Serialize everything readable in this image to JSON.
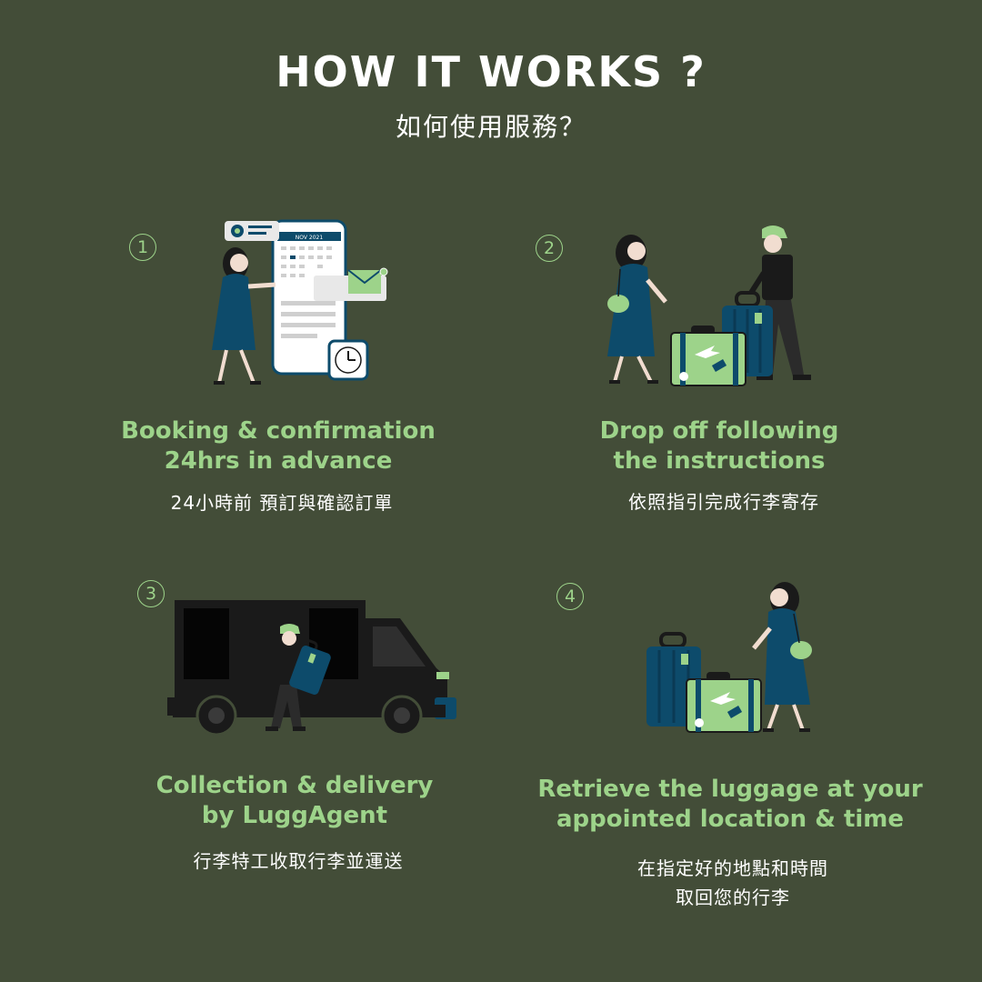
{
  "header": {
    "title": "HOW IT WORKS ?",
    "subtitle": "如何使用服務？"
  },
  "colors": {
    "background": "#434d38",
    "accent_green": "#9dd38a",
    "navy": "#0d4b6b",
    "ink": "#1a1a1a"
  },
  "steps": [
    {
      "number": "1",
      "title_line1": "Booking & confirmation",
      "title_line2": "24hrs in advance",
      "zh_line1": "24小時前 預訂與確認訂單",
      "zh_line2": "",
      "phone_month": "NOV 2021",
      "illustration": "booking-phone-illustration"
    },
    {
      "number": "2",
      "title_line1": "Drop off following",
      "title_line2": "the instructions",
      "zh_line1": "依照指引完成行李寄存",
      "zh_line2": "",
      "illustration": "dropoff-illustration"
    },
    {
      "number": "3",
      "title_line1": "Collection & delivery",
      "title_line2": "by LuggAgent",
      "zh_line1": "行李特工收取行李並運送",
      "zh_line2": "",
      "illustration": "delivery-van-illustration"
    },
    {
      "number": "4",
      "title_line1": "Retrieve the luggage at your",
      "title_line2": "appointed location & time",
      "zh_line1": "在指定好的地點和時間",
      "zh_line2": "取回您的行李",
      "illustration": "retrieve-luggage-illustration"
    }
  ]
}
